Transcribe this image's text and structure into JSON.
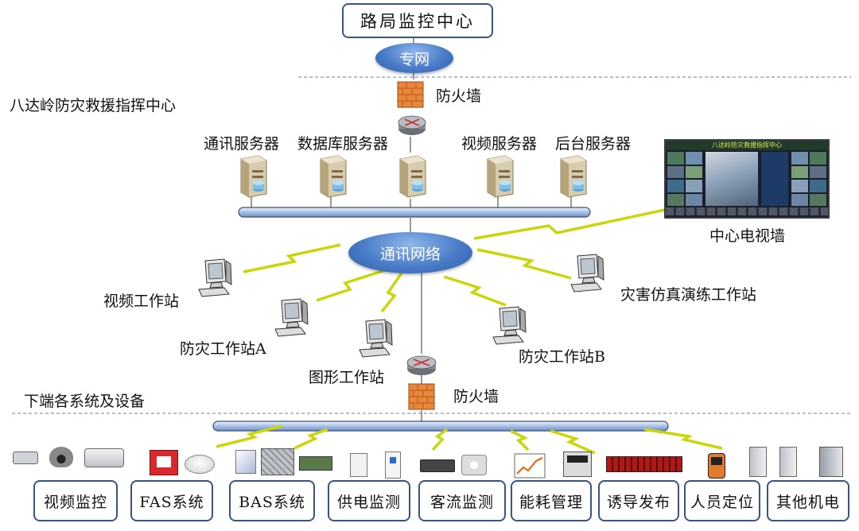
{
  "top": {
    "center_label": "路局监控中心",
    "network_label": "专网",
    "firewall_label": "防火墙"
  },
  "command_center": {
    "title": "八达岭防灾救援指挥中心",
    "servers": [
      "通讯服务器",
      "数据库服务器",
      "视频服务器",
      "后台服务器"
    ],
    "comm_network": "通讯网络",
    "video_wall": {
      "label": "中心电视墙",
      "banner": "八达岭防灾救援指挥中心"
    },
    "workstations": {
      "video": "视频工作站",
      "disaster_a": "防灾工作站A",
      "graphics": "图形工作站",
      "disaster_b": "防灾工作站B",
      "simulation": "灾害仿真演练工作站"
    }
  },
  "lower": {
    "title": "下端各系统及设备",
    "firewall_label": "防火墙",
    "systems": [
      "视频监控",
      "FAS系统",
      "BAS系统",
      "供电监测",
      "客流监测",
      "能耗管理",
      "诱导发布",
      "人员定位",
      "其他机电"
    ]
  },
  "colors": {
    "box_border": "#3a5482",
    "ellipse": "#4a7cc8",
    "bus": "#9fb7de",
    "firewall": "#e07a2c",
    "lightning": "#c8d60a"
  }
}
